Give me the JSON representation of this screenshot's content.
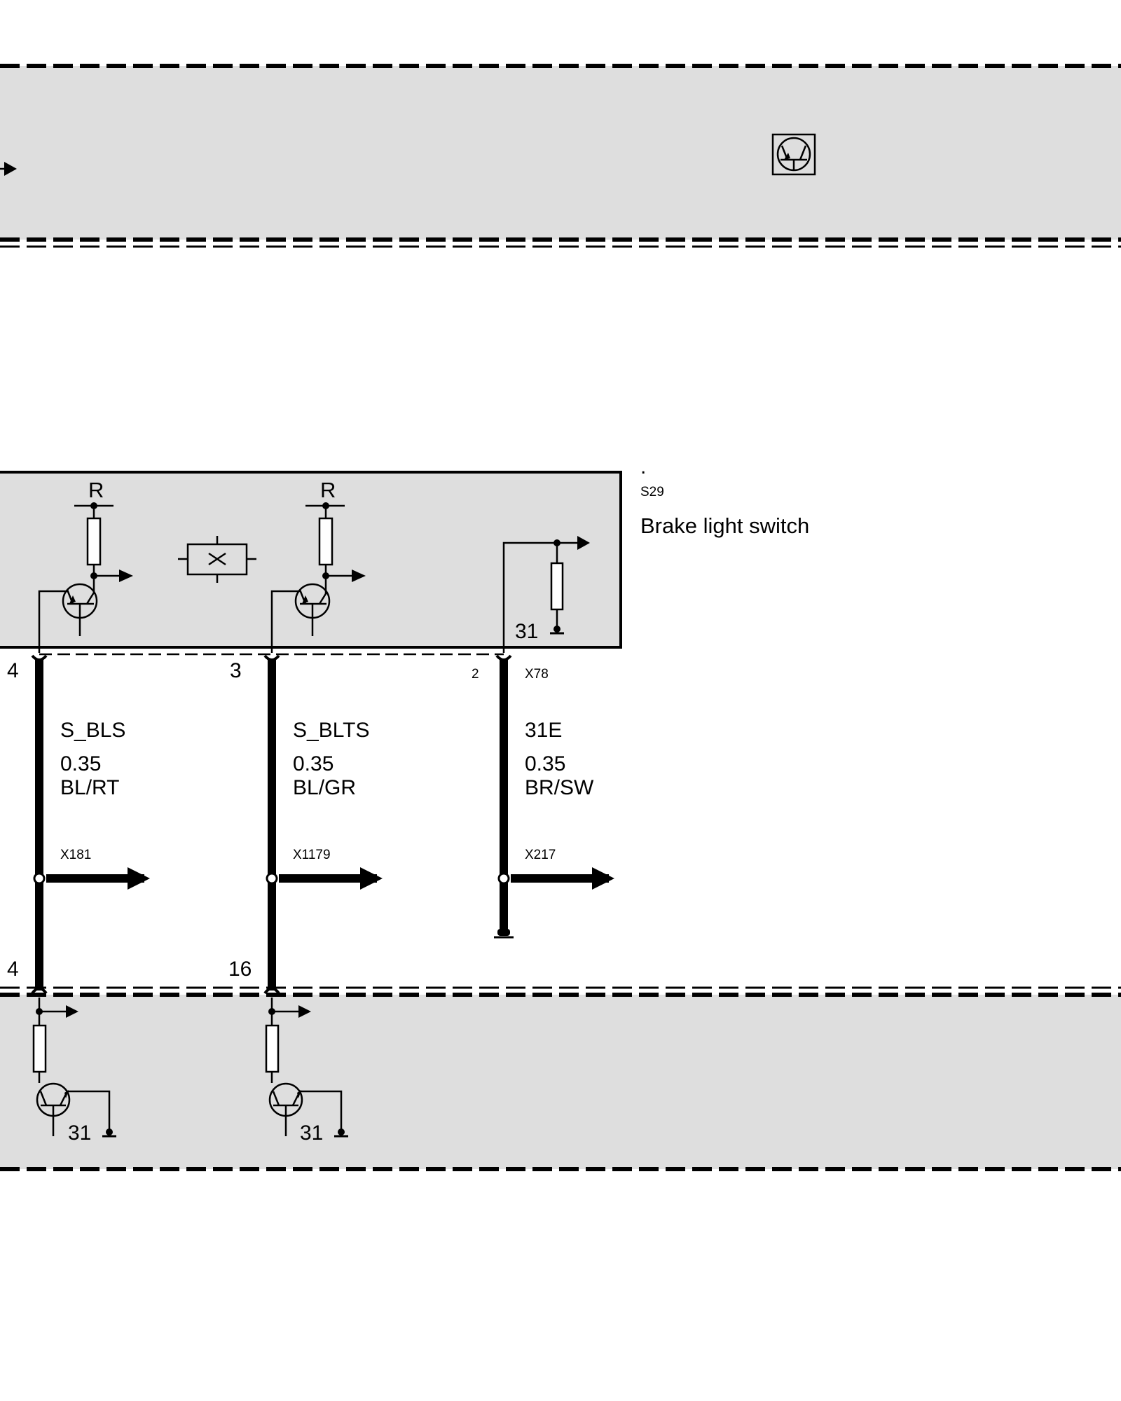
{
  "component": {
    "dot": ".",
    "code": "S29",
    "name": "Brake light switch"
  },
  "resistor_labels": [
    "R",
    "R"
  ],
  "ground_terminal": "31",
  "lower_ground_terminals": [
    "31",
    "31"
  ],
  "connector": {
    "name": "X78",
    "pin_label": "2"
  },
  "wires": [
    {
      "upper_pin": "4",
      "signal": "S_BLS",
      "gauge": "0.35",
      "color": "BL/RT",
      "connector": "X181",
      "lower_pin": "4"
    },
    {
      "upper_pin": "3",
      "signal": "S_BLTS",
      "gauge": "0.35",
      "color": "BL/GR",
      "connector": "X1179",
      "lower_pin": "16"
    },
    {
      "upper_pin": "2",
      "signal": "31E",
      "gauge": "0.35",
      "color": "BR/SW",
      "connector": "X217",
      "lower_pin": ""
    }
  ],
  "colors": {
    "module_fill": "#dedede",
    "line": "#000000",
    "background": "#ffffff"
  }
}
